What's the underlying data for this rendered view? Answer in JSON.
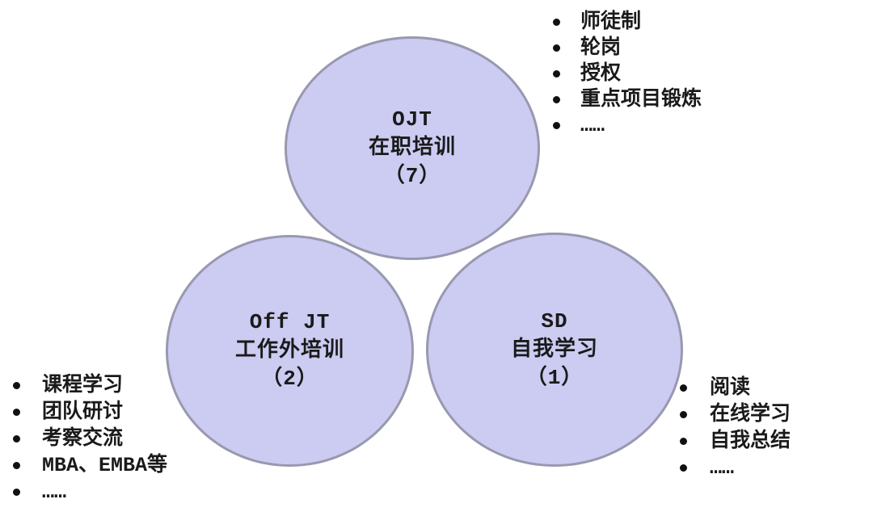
{
  "diagram_type": "venn-three-circle",
  "topic": "721 learning model (training methods)",
  "colors": {
    "circle_fill": "#ccccf2",
    "circle_border": "#9898b0",
    "text": "#1a1a1a",
    "bullet": "#111111",
    "background": "#ffffff"
  },
  "circles": [
    {
      "id": "ojt",
      "code": "OJT",
      "name": "在职培训",
      "count": "（7）"
    },
    {
      "id": "offjt",
      "code": "Off JT",
      "name": "工作外培训",
      "count": "（2）"
    },
    {
      "id": "sd",
      "code": "SD",
      "name": "自我学习",
      "count": "（1）"
    }
  ],
  "lists": {
    "ojt": {
      "items": [
        "师徒制",
        "轮岗",
        "授权",
        "重点项目锻炼",
        "……"
      ]
    },
    "offjt": {
      "items": [
        "课程学习",
        "团队研讨",
        "考察交流",
        "MBA、EMBA等",
        "……"
      ]
    },
    "sd": {
      "items": [
        "阅读",
        "在线学习",
        "自我总结",
        "……"
      ]
    }
  }
}
